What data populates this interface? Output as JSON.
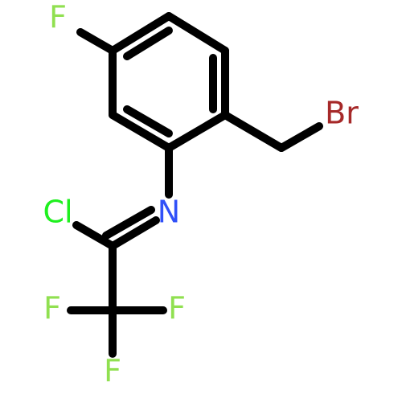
{
  "molecule": {
    "atoms": {
      "fluoro_ring": {
        "label": "F",
        "color": "#90e050"
      },
      "bromo": {
        "label": "Br",
        "color": "#a62929"
      },
      "imine_nitrogen": {
        "label": "N",
        "color": "#3050f8"
      },
      "chloro": {
        "label": "Cl",
        "color": "#1ff01f"
      },
      "cf3_fluoro_left": {
        "label": "F",
        "color": "#90e050"
      },
      "cf3_fluoro_right": {
        "label": "F",
        "color": "#90e050"
      },
      "cf3_fluoro_bottom": {
        "label": "F",
        "color": "#90e050"
      }
    }
  }
}
